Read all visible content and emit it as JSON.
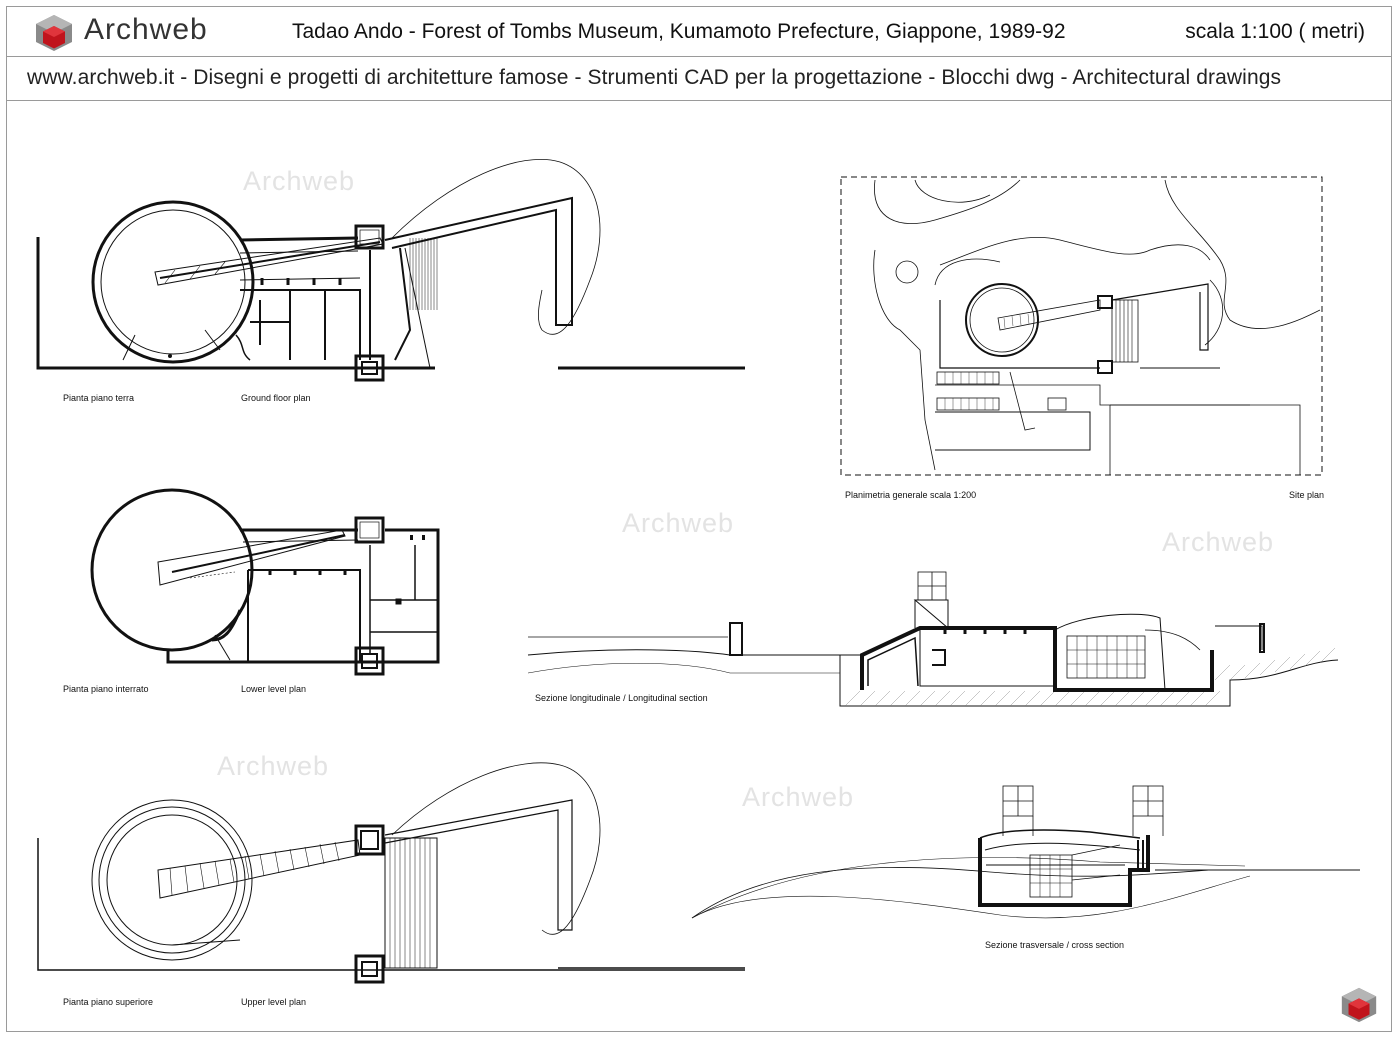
{
  "header": {
    "logo_text": "Archweb",
    "title": "Tadao Ando - Forest of Tombs Museum, Kumamoto Prefecture, Giappone, 1989-92",
    "scale": "scala 1:100 ( metri)",
    "tagline": "www.archweb.it -   Disegni e progetti di architetture famose - Strumenti CAD  per la progettazione - Blocchi dwg - Architectural drawings"
  },
  "watermark": "Archweb",
  "drawings": {
    "ground_floor": {
      "label_it": "Pianta piano terra",
      "label_en": "Ground floor plan"
    },
    "lower_level": {
      "label_it": "Pianta piano interrato",
      "label_en": "Lower level plan"
    },
    "upper_level": {
      "label_it": "Pianta piano superiore",
      "label_en": "Upper level plan"
    },
    "site_plan": {
      "label_it": "Planimetria generale  scala 1:200",
      "label_en": "Site plan"
    },
    "long_section": {
      "label": "Sezione longitudinale  /  Longitudinal section"
    },
    "cross_section": {
      "label": "Sezione trasversale  /  cross section"
    }
  },
  "colors": {
    "logo_red": "#c0141c",
    "logo_grey": "#7a7a7a",
    "line": "#111111"
  },
  "icons": {
    "logo": "archweb-cube-icon"
  }
}
